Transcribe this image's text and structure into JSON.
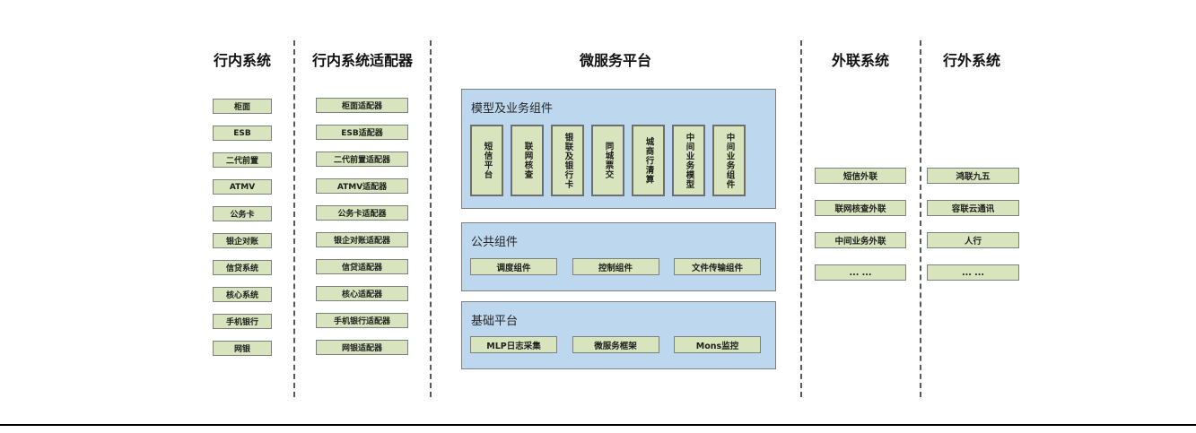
{
  "inbank": {
    "title": "行内系统",
    "items": [
      "柜面",
      "ESB",
      "二代前置",
      "ATMV",
      "公务卡",
      "银企对账",
      "信贷系统",
      "核心系统",
      "手机银行",
      "网银"
    ]
  },
  "adapters": {
    "title": "行内系统适配器",
    "items": [
      "柜面适配器",
      "ESB适配器",
      "二代前置适配器",
      "ATMV适配器",
      "公务卡适配器",
      "银企对账适配器",
      "信贷适配器",
      "核心适配器",
      "手机银行适配器",
      "网银适配器"
    ]
  },
  "platform": {
    "title": "微服务平台",
    "groups": [
      {
        "label": "模型及业务组件",
        "items": [
          "短信平台",
          "联网核查",
          "银联及银行卡",
          "同城票交",
          "城商行清算",
          "中间业务模型",
          "中间业务组件"
        ]
      },
      {
        "label": "公共组件",
        "items": [
          "调度组件",
          "控制组件",
          "文件传输组件"
        ]
      },
      {
        "label": "基础平台",
        "items": [
          "MLP日志采集",
          "微服务框架",
          "Mons监控"
        ]
      }
    ]
  },
  "outlink": {
    "title": "外联系统",
    "items": [
      "短信外联",
      "联网核查外联",
      "中间业务外联",
      "... ..."
    ]
  },
  "outbank": {
    "title": "行外系统",
    "items": [
      "鸿联九五",
      "容联云通讯",
      "人行",
      "... ..."
    ]
  },
  "colors": {
    "box_fill": "#d7e4bd",
    "box_border": "#7f7f7f",
    "panel_fill": "#bdd7ee",
    "panel_border": "#7f7f7f",
    "divider": "#595959",
    "text": "#1f1f1f"
  }
}
